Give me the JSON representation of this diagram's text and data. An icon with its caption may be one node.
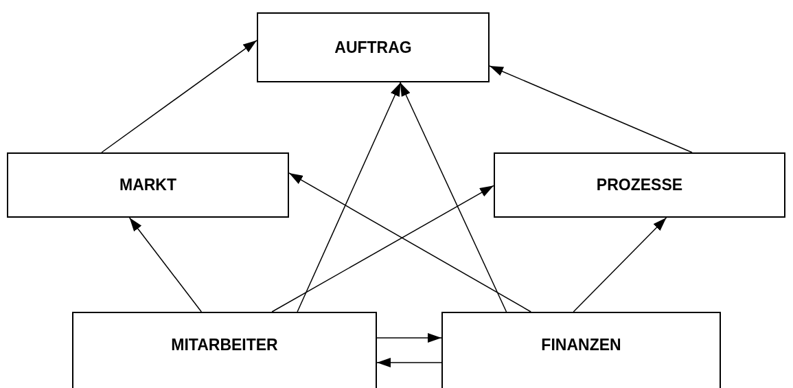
{
  "diagram": {
    "nodes": [
      {
        "text": [
          "AUFTRAG"
        ]
      },
      {
        "text": [
          "MARKT"
        ]
      },
      {
        "text": [
          "PROZESSE"
        ]
      },
      {
        "text": [
          "MITARBEITER"
        ]
      },
      {
        "text": [
          "FINANZEN"
        ]
      }
    ],
    "edges": [
      {
        "from": 1,
        "to": 0,
        "arrow": "to"
      },
      {
        "from": 2,
        "to": 0,
        "arrow": "to"
      },
      {
        "from": 3,
        "to": 1,
        "arrow": "to"
      },
      {
        "from": 3,
        "to": 0,
        "arrow": "to"
      },
      {
        "from": 3,
        "to": 2,
        "arrow": "to"
      },
      {
        "from": 4,
        "to": 1,
        "arrow": "to"
      },
      {
        "from": 4,
        "to": 0,
        "arrow": "to"
      },
      {
        "from": 4,
        "to": 2,
        "arrow": "to"
      },
      {
        "from": 3,
        "to": 4,
        "arrow": "to"
      },
      {
        "from": 4,
        "to": 3,
        "arrow": "to"
      }
    ]
  }
}
